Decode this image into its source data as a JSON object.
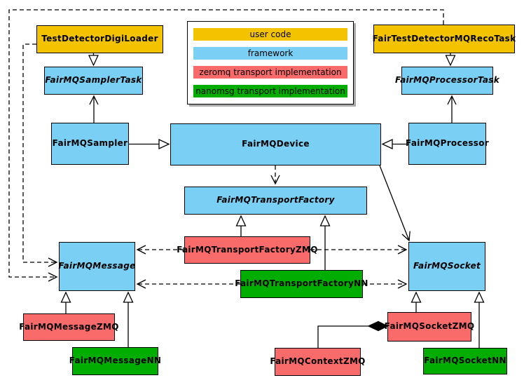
{
  "colors": {
    "user_code": "#F3C300",
    "framework": "#79CFF4",
    "zeromq": "#F96A6B",
    "nanomsg": "#00AD00"
  },
  "legend": {
    "items": [
      {
        "label": "user code",
        "color": "#F3C300"
      },
      {
        "label": "framework",
        "color": "#79CFF4"
      },
      {
        "label": "zeromq transport implementation",
        "color": "#F96A6B"
      },
      {
        "label": "nanomsg transport implementation",
        "color": "#00AD00"
      }
    ]
  },
  "nodes": {
    "digiloader": {
      "label": "TestDetectorDigiLoader",
      "category": "user code",
      "abstract": false
    },
    "samplertask": {
      "label": "FairMQSamplerTask",
      "category": "framework",
      "abstract": true
    },
    "sampler": {
      "label": "FairMQSampler",
      "category": "framework",
      "abstract": false
    },
    "device": {
      "label": "FairMQDevice",
      "category": "framework",
      "abstract": false
    },
    "recotask": {
      "label": "FairTestDetectorMQRecoTask",
      "category": "user code",
      "abstract": false
    },
    "processortask": {
      "label": "FairMQProcessorTask",
      "category": "framework",
      "abstract": true
    },
    "processor": {
      "label": "FairMQProcessor",
      "category": "framework",
      "abstract": false
    },
    "factory": {
      "label": "FairMQTransportFactory",
      "category": "framework",
      "abstract": true
    },
    "factoryzmq": {
      "label": "FairMQTransportFactoryZMQ",
      "category": "zeromq",
      "abstract": false
    },
    "factorynn": {
      "label": "FairMQTransportFactoryNN",
      "category": "nanomsg",
      "abstract": false
    },
    "message": {
      "label": "FairMQMessage",
      "category": "framework",
      "abstract": true
    },
    "socket": {
      "label": "FairMQSocket",
      "category": "framework",
      "abstract": true
    },
    "messagezmq": {
      "label": "FairMQMessageZMQ",
      "category": "zeromq",
      "abstract": false
    },
    "messagenn": {
      "label": "FairMQMessageNN",
      "category": "nanomsg",
      "abstract": false
    },
    "socketzmq": {
      "label": "FairMQSocketZMQ",
      "category": "zeromq",
      "abstract": false
    },
    "contextzmq": {
      "label": "FairMQContextZMQ",
      "category": "zeromq",
      "abstract": false
    },
    "socketnn": {
      "label": "FairMQSocketNN",
      "category": "nanomsg",
      "abstract": false
    }
  },
  "edges": [
    {
      "from": "TestDetectorDigiLoader",
      "to": "FairMQSamplerTask",
      "type": "inheritance"
    },
    {
      "from": "FairTestDetectorMQRecoTask",
      "to": "FairMQProcessorTask",
      "type": "inheritance"
    },
    {
      "from": "FairMQSampler",
      "to": "FairMQSamplerTask",
      "type": "arrow"
    },
    {
      "from": "FairMQProcessor",
      "to": "FairMQProcessorTask",
      "type": "arrow"
    },
    {
      "from": "FairMQSampler",
      "to": "FairMQDevice",
      "type": "inheritance"
    },
    {
      "from": "FairMQProcessor",
      "to": "FairMQDevice",
      "type": "inheritance"
    },
    {
      "from": "FairMQDevice",
      "to": "FairMQTransportFactory",
      "type": "dependency"
    },
    {
      "from": "FairMQDevice",
      "to": "FairMQSocket",
      "type": "arrow"
    },
    {
      "from": "FairMQTransportFactoryZMQ",
      "to": "FairMQTransportFactory",
      "type": "inheritance"
    },
    {
      "from": "FairMQTransportFactoryNN",
      "to": "FairMQTransportFactory",
      "type": "inheritance"
    },
    {
      "from": "FairMQTransportFactoryZMQ",
      "to": "FairMQMessage",
      "type": "dependency"
    },
    {
      "from": "FairMQTransportFactoryZMQ",
      "to": "FairMQSocket",
      "type": "dependency"
    },
    {
      "from": "FairMQTransportFactoryNN",
      "to": "FairMQMessage",
      "type": "dependency"
    },
    {
      "from": "FairMQTransportFactoryNN",
      "to": "FairMQSocket",
      "type": "dependency"
    },
    {
      "from": "TestDetectorDigiLoader",
      "to": "FairMQMessage",
      "type": "dependency"
    },
    {
      "from": "FairTestDetectorMQRecoTask",
      "to": "FairMQMessage",
      "type": "dependency"
    },
    {
      "from": "FairMQMessageZMQ",
      "to": "FairMQMessage",
      "type": "inheritance"
    },
    {
      "from": "FairMQMessageNN",
      "to": "FairMQMessage",
      "type": "inheritance"
    },
    {
      "from": "FairMQSocketZMQ",
      "to": "FairMQSocket",
      "type": "inheritance"
    },
    {
      "from": "FairMQSocketNN",
      "to": "FairMQSocket",
      "type": "inheritance"
    },
    {
      "from": "FairMQContextZMQ",
      "to": "FairMQSocketZMQ",
      "type": "composition"
    }
  ]
}
